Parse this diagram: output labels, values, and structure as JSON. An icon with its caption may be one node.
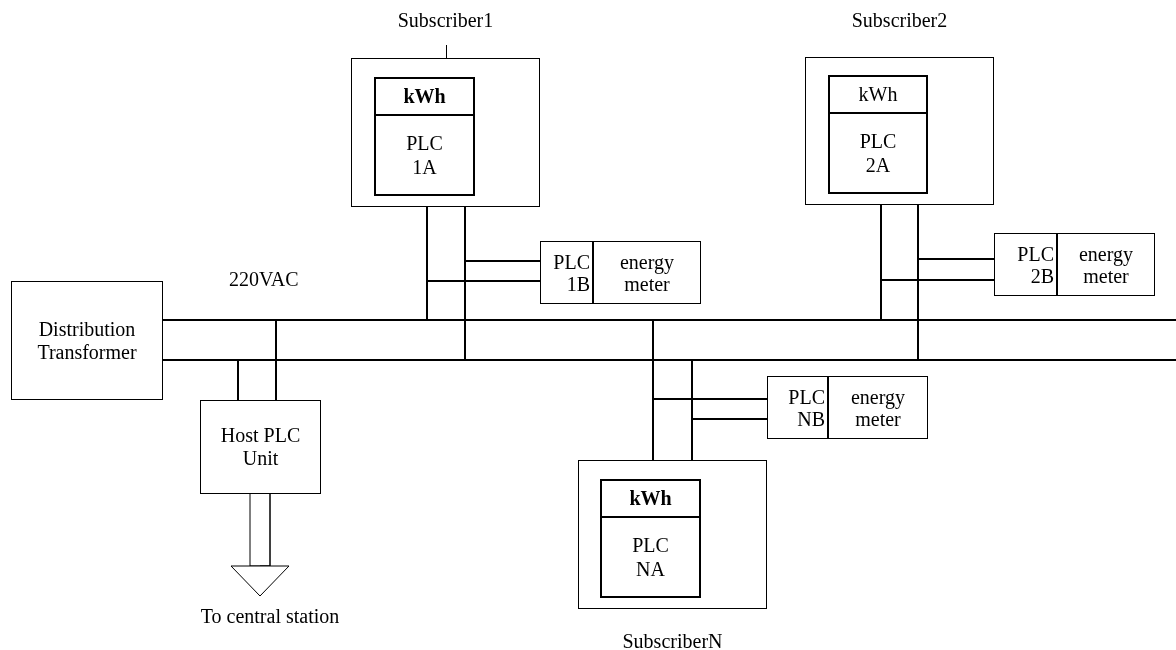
{
  "diagram": {
    "nodes": [
      {
        "text": [
          "Subscriber1"
        ]
      },
      {
        "text": [
          "kWh",
          "PLC 1A"
        ],
        "in": 0
      },
      {
        "text": [
          "Subscriber2"
        ]
      },
      {
        "text": [
          "kWh",
          "PLC 2A"
        ],
        "in": 2
      },
      {
        "text": [
          "PLC 1B",
          "energy meter"
        ]
      },
      {
        "text": [
          "PLC 2B",
          "energy meter"
        ]
      },
      {
        "text": [
          "Distribution Transformer"
        ]
      },
      {
        "text": [
          "Host PLC Unit"
        ]
      },
      {
        "text": [
          "SubscriberN"
        ]
      },
      {
        "text": [
          "kWh",
          "PLC NA"
        ],
        "in": 8
      },
      {
        "text": [
          "PLC NB",
          "energy meter"
        ]
      },
      {
        "text": [
          "To central station"
        ]
      }
    ],
    "edges": [
      {
        "from": 6,
        "to": null,
        "arrow": "none"
      },
      {
        "from": 6,
        "to": null,
        "arrow": "none"
      },
      {
        "from": 0,
        "to": null,
        "arrow": "none"
      },
      {
        "from": 0,
        "to": null,
        "arrow": "none"
      },
      {
        "from": 4,
        "to": null,
        "arrow": "none"
      },
      {
        "from": 4,
        "to": null,
        "arrow": "none"
      },
      {
        "from": 2,
        "to": null,
        "arrow": "none"
      },
      {
        "from": 2,
        "to": null,
        "arrow": "none"
      },
      {
        "from": 5,
        "to": null,
        "arrow": "none"
      },
      {
        "from": 5,
        "to": null,
        "arrow": "none"
      },
      {
        "from": 8,
        "to": null,
        "arrow": "none"
      },
      {
        "from": 8,
        "to": null,
        "arrow": "none"
      },
      {
        "from": 10,
        "to": null,
        "arrow": "none"
      },
      {
        "from": 10,
        "to": null,
        "arrow": "none"
      },
      {
        "from": 7,
        "to": null,
        "arrow": "none"
      },
      {
        "from": 7,
        "to": null,
        "arrow": "none"
      },
      {
        "from": 7,
        "to": 11,
        "arrow": "to"
      }
    ],
    "labels": [
      "220VAC"
    ]
  }
}
